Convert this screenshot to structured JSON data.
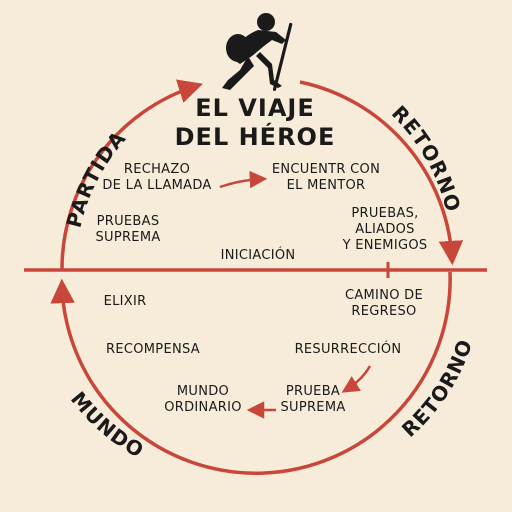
{
  "title": "EL VIAJE\nDEL HÉROE",
  "sections": {
    "partida": "PARTIDA",
    "retorno_top": "RETORNO",
    "mundo": "MUNDO",
    "retorno_bottom": "RETORNO"
  },
  "center_label": "INICIACIÓN",
  "stages": {
    "rechazo": "RECHAZO\nDE LA LLAMADA",
    "encuentro": "ENCUENTR CON\nEL MENTOR",
    "pruebas_suprema": "PRUEBAS\nSUPREMA",
    "pruebas_aliados": "PRUEBAS,\nALIADOS\nY ENEMIGOS",
    "elixir": "ELIXIR",
    "camino": "CAMINO DE\nREGRESO",
    "recompensa": "RECOMPENSA",
    "resurreccion": "RESURRECCIÓN",
    "mundo_ordinario": "MUNDO\nORDINARIO",
    "prueba_suprema": "PRUEBA\nSUPREMA"
  },
  "colors": {
    "accent": "#c8463a",
    "ink": "#1a1a1a",
    "background": "#f6ecd9"
  },
  "icons": {
    "hero": "hiker-with-staff-icon"
  }
}
